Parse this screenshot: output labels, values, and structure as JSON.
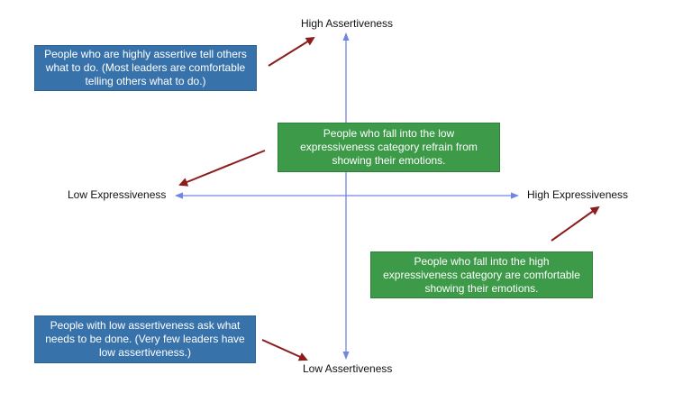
{
  "axes": {
    "top": "High Assertiveness",
    "bottom": "Low Assertiveness",
    "left": "Low Expressiveness",
    "right": "High Expressiveness"
  },
  "callouts": {
    "high_assertiveness": "People who are highly assertive tell others what to do. (Most leaders are comfortable telling others what to do.)",
    "low_expressiveness": "People who fall into the low expressiveness category refrain from showing their emotions.",
    "high_expressiveness": "People who fall into the high expressiveness category are comfortable showing their emotions.",
    "low_assertiveness": "People with low assertiveness ask what needs to be done. (Very few leaders have low assertiveness.)"
  },
  "colors": {
    "axis": "#6f86e6",
    "pointer_arrow": "#8b1d1d",
    "blue_box": "#3872aa",
    "green_box": "#3c9a48"
  }
}
